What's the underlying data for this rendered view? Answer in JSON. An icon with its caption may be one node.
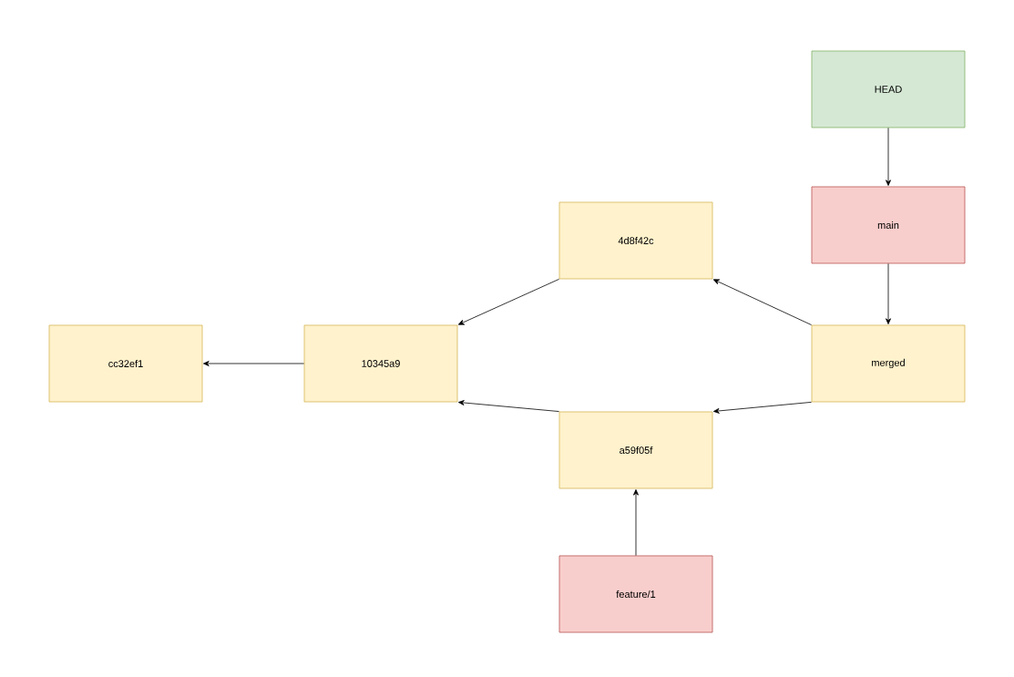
{
  "diagram": {
    "nodes": [
      {
        "text": [
          "HEAD"
        ]
      },
      {
        "text": [
          "main"
        ]
      },
      {
        "text": [
          "4d8f42c"
        ]
      },
      {
        "text": [
          "cc32ef1"
        ]
      },
      {
        "text": [
          "10345a9"
        ]
      },
      {
        "text": [
          "merged"
        ]
      },
      {
        "text": [
          "a59f05f"
        ]
      },
      {
        "text": [
          "feature/1"
        ]
      }
    ],
    "edges": [
      {
        "from": 0,
        "to": 1,
        "arrow": "to"
      },
      {
        "from": 1,
        "to": 5,
        "arrow": "to"
      },
      {
        "from": 5,
        "to": 2,
        "arrow": "to"
      },
      {
        "from": 5,
        "to": 6,
        "arrow": "to"
      },
      {
        "from": 2,
        "to": 4,
        "arrow": "to"
      },
      {
        "from": 6,
        "to": 4,
        "arrow": "to"
      },
      {
        "from": 4,
        "to": 3,
        "arrow": "to"
      },
      {
        "from": 7,
        "to": 6,
        "arrow": "to"
      }
    ]
  }
}
